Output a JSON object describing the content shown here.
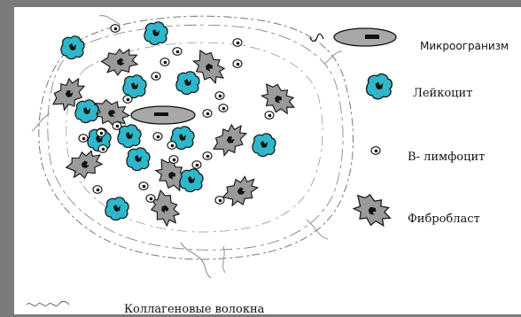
{
  "colors": {
    "background_frame": "#7b7b7b",
    "panel": "#ffffff",
    "leukocyte_fill": "#2eb6c9",
    "fibroblast_fill": "#9a9a9a",
    "microorganism_fill": "#a8a8a8",
    "ink": "#111111"
  },
  "legend": {
    "microorganism": "Микроогранизм",
    "leukocyte": "Лейкоцит",
    "b_lymphocyte": "В- лимфоцит",
    "fibroblast": "Фибробласт",
    "collagen": "Коллагеновые волокна"
  },
  "icons": {
    "microorganism": "microorganism-icon",
    "leukocyte": "leukocyte-icon",
    "b_lymphocyte": "b-lymphocyte-icon",
    "fibroblast": "fibroblast-icon",
    "collagen": "collagen-fiber-icon"
  }
}
